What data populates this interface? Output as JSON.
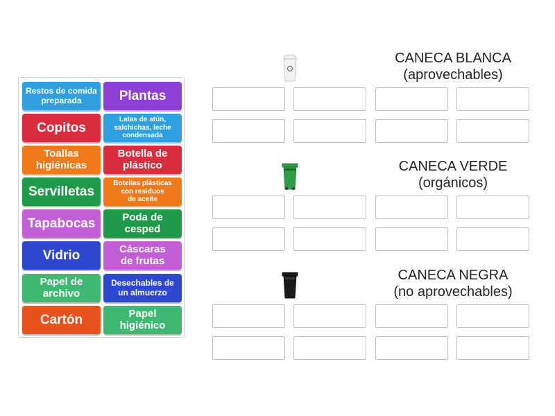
{
  "tiles": [
    {
      "label": "Restos de comida\npreparada",
      "color": "#2f9fe0",
      "size": "t-small"
    },
    {
      "label": "Plantas",
      "color": "#8e3fd6",
      "size": "t-large"
    },
    {
      "label": "Copitos",
      "color": "#d92c3c",
      "size": "t-large"
    },
    {
      "label": "Latas de atún,\nsalchichas, leche\ncondensada",
      "color": "#2f9fe0",
      "size": "t-tiny"
    },
    {
      "label": "Toallas\nhigiénicas",
      "color": "#f07a1a",
      "size": "t-mid"
    },
    {
      "label": "Botella de\nplástico",
      "color": "#d92c3c",
      "size": "t-mid"
    },
    {
      "label": "Servilletas",
      "color": "#1f9a4a",
      "size": "t-large"
    },
    {
      "label": "Botellas plásticas\ncon residuos\nde aceite",
      "color": "#f07a1a",
      "size": "t-tiny"
    },
    {
      "label": "Tapabocas",
      "color": "#c25fd6",
      "size": "t-large"
    },
    {
      "label": "Poda de\ncesped",
      "color": "#1f9a4a",
      "size": "t-mid"
    },
    {
      "label": "Vidrio",
      "color": "#2d47d1",
      "size": "t-large"
    },
    {
      "label": "Cáscaras\nde frutas",
      "color": "#c25fd6",
      "size": "t-mid"
    },
    {
      "label": "Papel de\narchivo",
      "color": "#3fb874",
      "size": "t-mid"
    },
    {
      "label": "Desechables de\nun almuerzo",
      "color": "#2d47d1",
      "size": "t-small"
    },
    {
      "label": "Cartón",
      "color": "#e8521c",
      "size": "t-large"
    },
    {
      "label": "Papel\nhigiénico",
      "color": "#3fb874",
      "size": "t-mid"
    }
  ],
  "bins": [
    {
      "title": "CANECA BLANCA\n(aprovechables)",
      "icon": "white-bin-icon",
      "color": "#f1f1f1"
    },
    {
      "title": "CANECA VERDE\n(orgánicos)",
      "icon": "green-bin-icon",
      "color": "#2e9d45"
    },
    {
      "title": "CANECA NEGRA\n(no aprovechables)",
      "icon": "black-bin-icon",
      "color": "#1a1a1a"
    }
  ]
}
